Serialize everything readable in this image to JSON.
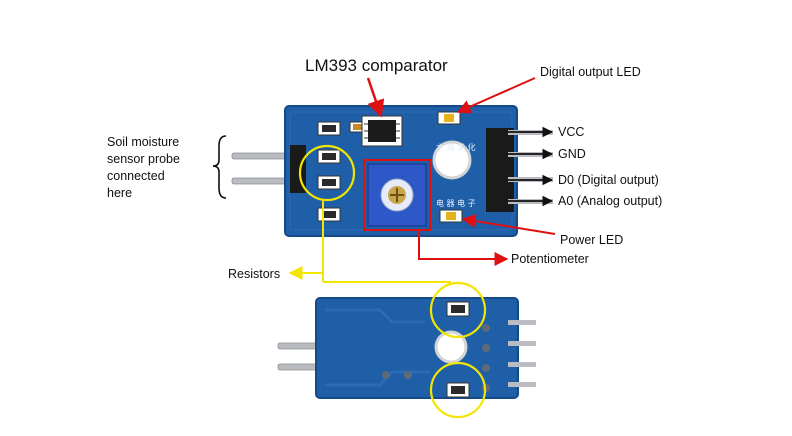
{
  "labels": {
    "comparator": "LM393 comparator",
    "digital_led": "Digital output LED",
    "probe_line1": "Soil moisture",
    "probe_line2": "sensor probe",
    "probe_line3": "connected",
    "probe_line4": "here",
    "vcc": "VCC",
    "gnd": "GND",
    "d0": "D0 (Digital output)",
    "a0": "A0 (Analog output)",
    "power_led": "Power LED",
    "potentiometer": "Potentiometer",
    "resistors": "Resistors"
  },
  "colors": {
    "pcb": "#1f5fa8",
    "pcb_dark": "#154a86",
    "pin": "#b9bcc0",
    "header": "#1a1a1a",
    "arrow_red": "#e01010",
    "circle_yellow": "#f2e600",
    "pot_blue": "#2e57c8",
    "label_text": "#111111"
  },
  "icons": [
    "arrow-icon",
    "brace-icon",
    "highlight-circle-icon",
    "highlight-box-icon"
  ]
}
